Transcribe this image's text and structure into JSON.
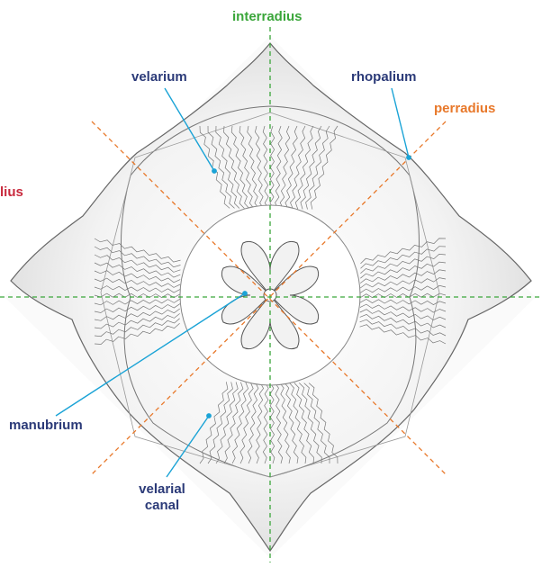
{
  "colors": {
    "interradius": "#3aa63a",
    "perradius": "#e8782a",
    "adradius": "#c8283c",
    "structure": "#2b3a78",
    "pointer": "#1aa3d6",
    "drawing": "#555555"
  },
  "labels": {
    "interradius": "interradius",
    "perradius": "perradius",
    "adradius_partial": "lius",
    "velarium": "velarium",
    "rhopalium": "rhopalium",
    "manubrium": "manubrium",
    "velarial_line1": "velarial",
    "velarial_line2": "canal"
  }
}
